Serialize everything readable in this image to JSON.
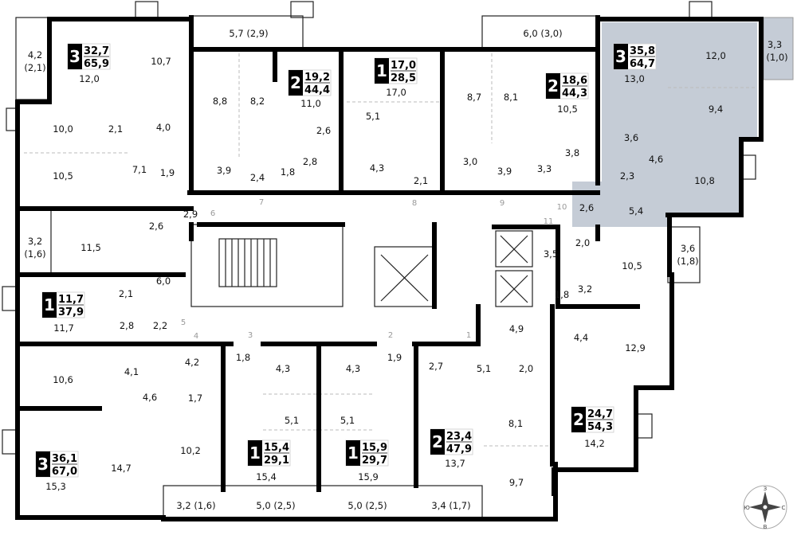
{
  "colors": {
    "highlight": "#c5ccd6",
    "wall": "#000000",
    "badge": "#000000"
  },
  "apartments": [
    {
      "rooms": "3",
      "living": "32,7",
      "total": "65,9",
      "highlighted": false
    },
    {
      "rooms": "2",
      "living": "19,2",
      "total": "44,4",
      "highlighted": false
    },
    {
      "rooms": "1",
      "living": "17,0",
      "total": "28,5",
      "highlighted": false
    },
    {
      "rooms": "2",
      "living": "18,6",
      "total": "44,3",
      "highlighted": false
    },
    {
      "rooms": "3",
      "living": "35,8",
      "total": "64,7",
      "highlighted": true
    },
    {
      "rooms": "1",
      "living": "11,7",
      "total": "37,9",
      "highlighted": false
    },
    {
      "rooms": "3",
      "living": "36,1",
      "total": "67,0",
      "highlighted": false
    },
    {
      "rooms": "1",
      "living": "15,4",
      "total": "29,1",
      "highlighted": false
    },
    {
      "rooms": "1",
      "living": "15,9",
      "total": "29,7",
      "highlighted": false
    },
    {
      "rooms": "2",
      "living": "23,4",
      "total": "47,9",
      "highlighted": false
    },
    {
      "rooms": "2",
      "living": "24,7",
      "total": "54,3",
      "highlighted": false
    }
  ],
  "room_areas": [
    "4,2",
    "(2,1)",
    "10,7",
    "12,0",
    "5,7 (2,9)",
    "8,8",
    "8,2",
    "11,0",
    "17,0",
    "5,1",
    "8,7",
    "8,1",
    "6,0 (3,0)",
    "10,5",
    "13,0",
    "12,0",
    "3,3",
    "(1,0)",
    "9,4",
    "10,0",
    "2,1",
    "4,0",
    "10,5",
    "7,1",
    "1,9",
    "3,9",
    "2,4",
    "1,8",
    "2,6",
    "2,8",
    "4,3",
    "2,1",
    "3,0",
    "3,9",
    "3,3",
    "3,8",
    "3,6",
    "4,6",
    "2,3",
    "10,8",
    "2,6",
    "5,4",
    "2,9",
    "2,6",
    "3,2",
    "(1,6)",
    "11,5",
    "3,5",
    "2,0",
    "10,5",
    "3,6",
    "(1,8)",
    "6,0",
    "2,1",
    "11,7",
    "2,8",
    "2,2",
    "1,8",
    "3,2",
    "4,9",
    "4,4",
    "12,9",
    "1,8",
    "4,3",
    "4,3",
    "1,9",
    "4,2",
    "10,6",
    "4,1",
    "4,6",
    "1,7",
    "2,7",
    "5,1",
    "2,0",
    "5,1",
    "5,1",
    "10,2",
    "14,7",
    "15,3",
    "8,1",
    "13,7",
    "14,2",
    "15,4",
    "15,9",
    "9,7",
    "3,2 (1,6)",
    "5,0 (2,5)",
    "5,0 (2,5)",
    "3,4 (1,7)"
  ],
  "door_numbers": [
    "1",
    "2",
    "3",
    "4",
    "5",
    "6",
    "7",
    "8",
    "9",
    "10",
    "11"
  ],
  "compass": {
    "north": "С",
    "south": "Ю",
    "west": "З",
    "east": "В"
  }
}
